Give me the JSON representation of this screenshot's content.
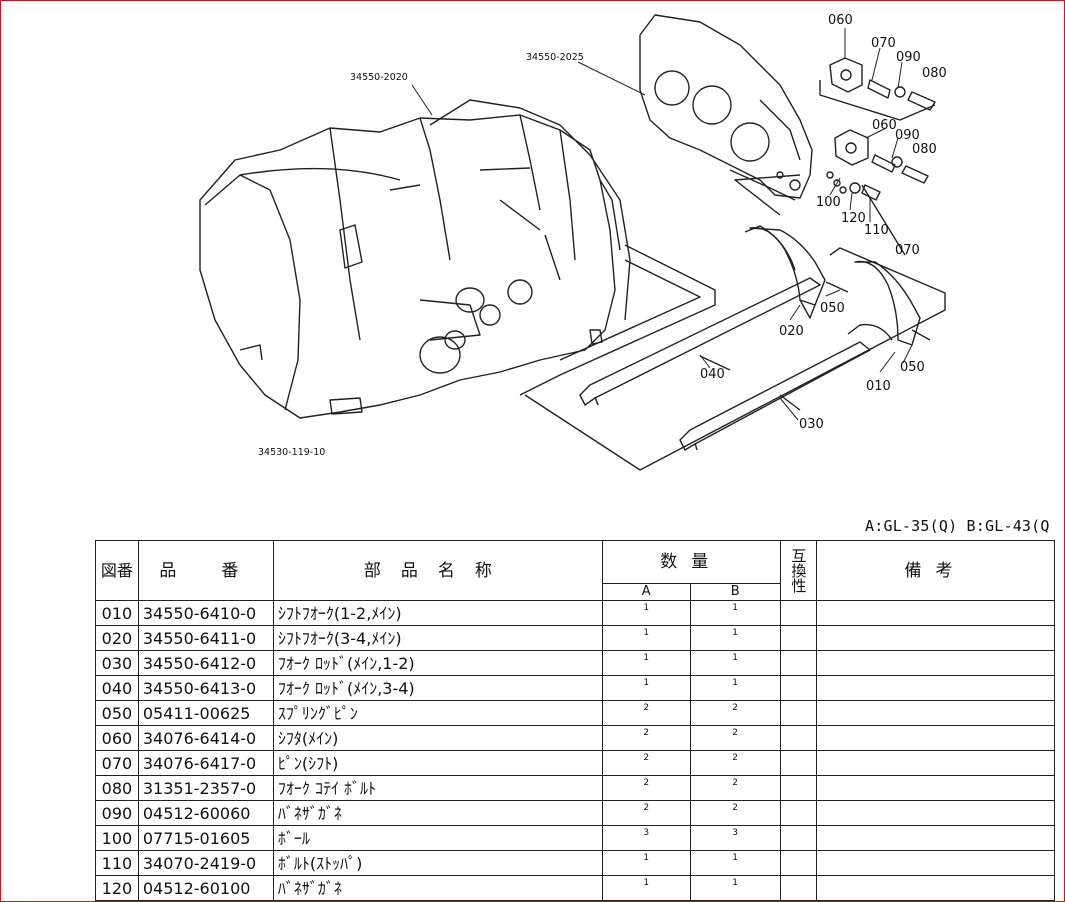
{
  "diagram": {
    "labels": {
      "assy_left": "34550-2020",
      "assy_right": "34550-2025",
      "drawing_no": "34530-119-10",
      "p060a": "060",
      "p070a": "070",
      "p090a": "090",
      "p080a": "080",
      "p060b": "060",
      "p090b": "090",
      "p080b": "080",
      "p100": "100",
      "p120": "120",
      "p110": "110",
      "p070b": "070",
      "p050a": "050",
      "p020": "020",
      "p050b": "050",
      "p010": "010",
      "p040": "040",
      "p030": "030"
    }
  },
  "models": "A:GL-35(Q) B:GL-43(Q",
  "table": {
    "headers": {
      "ref": "図番",
      "part_no": "品　番",
      "name": "部品名称",
      "qty": "数量",
      "qty_a": "A",
      "qty_b": "B",
      "interchange": "互換性",
      "remarks": "備考"
    },
    "rows": [
      {
        "ref": "010",
        "part_no": "34550-6410-0",
        "name": "ｼﾌﾄﾌｵｰｸ(1-2,ﾒｲﾝ)",
        "qa": "1",
        "qb": "1"
      },
      {
        "ref": "020",
        "part_no": "34550-6411-0",
        "name": "ｼﾌﾄﾌｵｰｸ(3-4,ﾒｲﾝ)",
        "qa": "1",
        "qb": "1"
      },
      {
        "ref": "030",
        "part_no": "34550-6412-0",
        "name": "ﾌｵｰｸ ﾛｯﾄﾞ(ﾒｲﾝ,1-2)",
        "qa": "1",
        "qb": "1"
      },
      {
        "ref": "040",
        "part_no": "34550-6413-0",
        "name": "ﾌｵｰｸ ﾛｯﾄﾞ(ﾒｲﾝ,3-4)",
        "qa": "1",
        "qb": "1"
      },
      {
        "ref": "050",
        "part_no": "05411-00625",
        "name": "ｽﾌﾟﾘﾝｸﾞﾋﾟﾝ",
        "qa": "2",
        "qb": "2"
      },
      {
        "ref": "060",
        "part_no": "34076-6414-0",
        "name": "ｼﾌﾀ(ﾒｲﾝ)",
        "qa": "2",
        "qb": "2"
      },
      {
        "ref": "070",
        "part_no": "34076-6417-0",
        "name": "ﾋﾟﾝ(ｼﾌﾄ)",
        "qa": "2",
        "qb": "2"
      },
      {
        "ref": "080",
        "part_no": "31351-2357-0",
        "name": "ﾌｵｰｸ ｺﾃｲ ﾎﾞﾙﾄ",
        "qa": "2",
        "qb": "2"
      },
      {
        "ref": "090",
        "part_no": "04512-60060",
        "name": "ﾊﾞﾈｻﾞｶﾞﾈ",
        "qa": "2",
        "qb": "2"
      },
      {
        "ref": "100",
        "part_no": "07715-01605",
        "name": "ﾎﾞｰﾙ",
        "qa": "3",
        "qb": "3"
      },
      {
        "ref": "110",
        "part_no": "34070-2419-0",
        "name": "ﾎﾞﾙﾄ(ｽﾄｯﾊﾟ)",
        "qa": "1",
        "qb": "1"
      },
      {
        "ref": "120",
        "part_no": "04512-60100",
        "name": "ﾊﾞﾈｻﾞｶﾞﾈ",
        "qa": "1",
        "qb": "1"
      }
    ]
  }
}
